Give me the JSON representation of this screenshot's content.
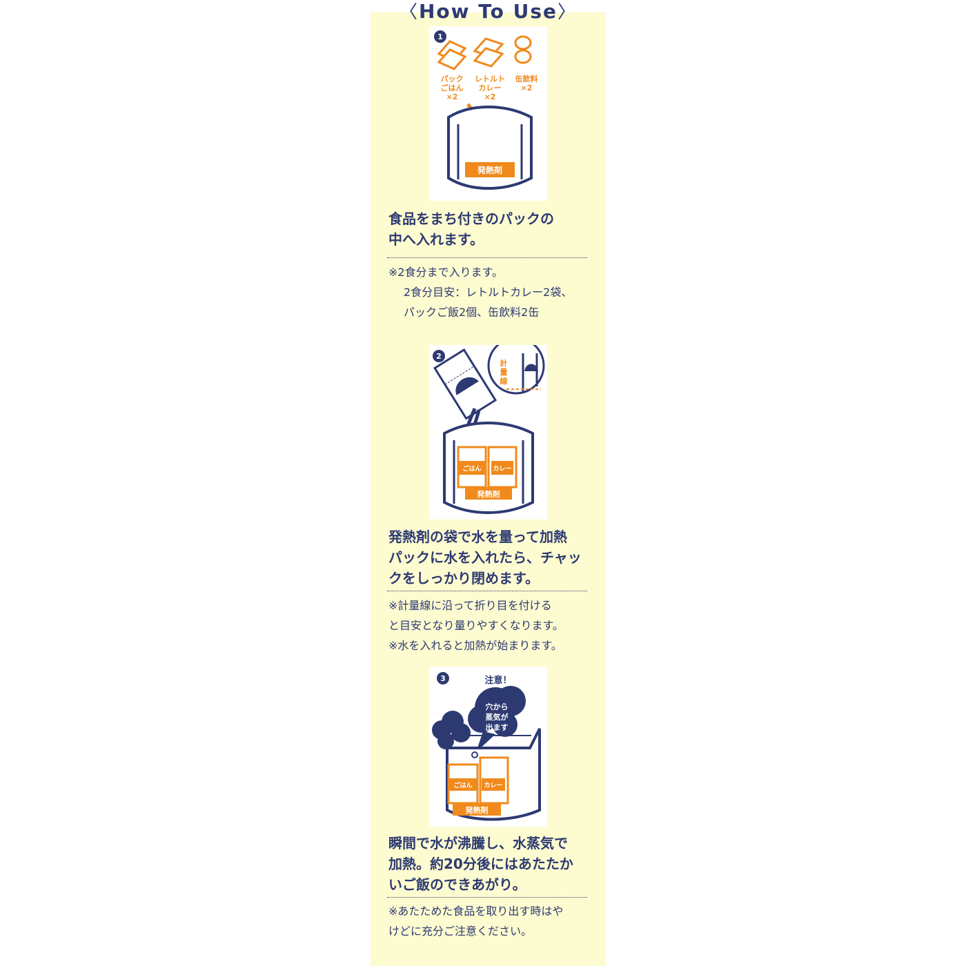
{
  "title": {
    "left": "〈",
    "text": "How To Use",
    "right": "〉"
  },
  "colors": {
    "navy": "#2d3a72",
    "orange": "#f08a1c",
    "panel": "#fdfbd0"
  },
  "steps": [
    {
      "number": "1",
      "illustration": {
        "items": [
          "パック",
          "ごはん",
          "×2",
          "レトルト",
          "カレー",
          "×2",
          "缶飲料",
          "×2"
        ],
        "heater_label": "発熱剤"
      },
      "main_lines": [
        "食品をまち付きのパックの",
        "中へ入れます。"
      ],
      "note_lines": [
        "※2食分まで入ります。",
        "2食分目安：レトルトカレー2袋、",
        "パックご飯2個、缶飲料2缶"
      ]
    },
    {
      "number": "2",
      "illustration": {
        "measure_label": [
          "計",
          "量",
          "線"
        ],
        "rice_label": "ごはん",
        "curry_label": "カレー",
        "heater_label": "発熱剤"
      },
      "main_lines": [
        "発熱剤の袋で水を量って加熱",
        "パックに水を入れたら、チャッ",
        "クをしっかり閉めます。"
      ],
      "note_lines": [
        "※計量線に沿って折り目を付ける",
        "と目安となり量りやすくなります。",
        "※水を入れると加熱が始まります。"
      ]
    },
    {
      "number": "3",
      "illustration": {
        "caution": "注意！",
        "steam_label": [
          "穴から",
          "蒸気が",
          "出ます"
        ],
        "rice_label": "ごはん",
        "curry_label": "カレー",
        "heater_label": "発熱剤"
      },
      "main_lines": [
        "瞬間で水が沸騰し、水蒸気で",
        "加熱。約20分後にはあたたか",
        "いご飯のできあがり。"
      ],
      "note_lines": [
        "※あたためた食品を取り出す時はや",
        "けどに充分ご注意ください。"
      ]
    }
  ]
}
